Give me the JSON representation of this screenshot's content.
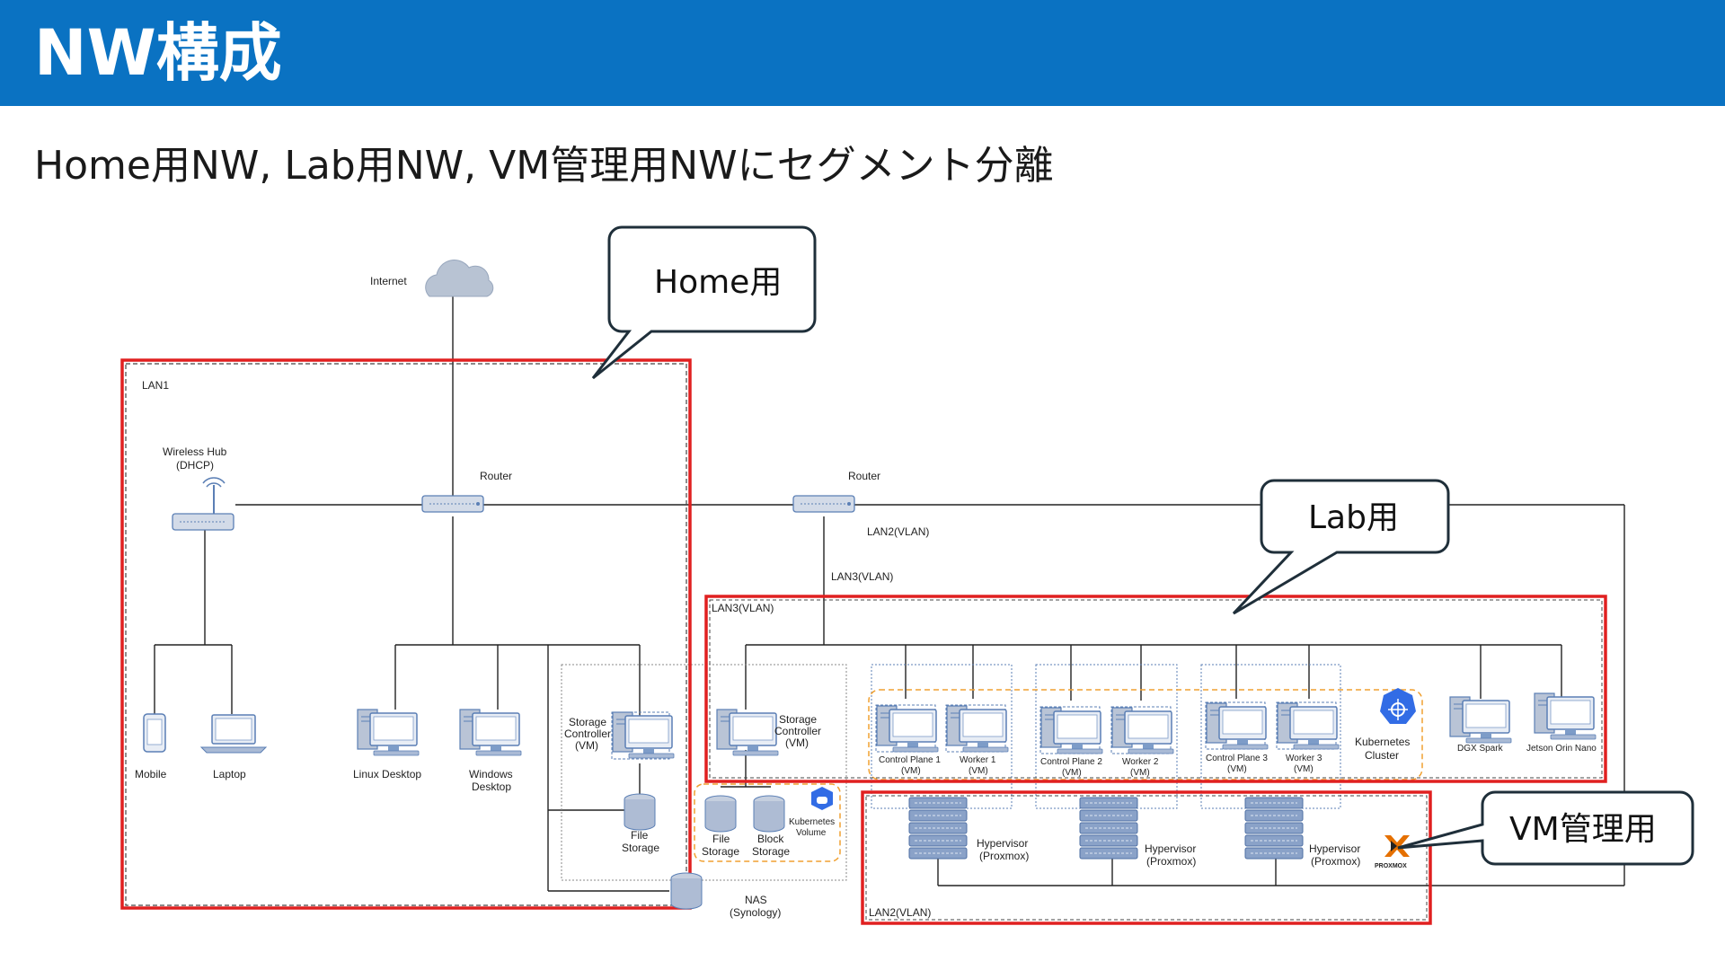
{
  "header": {
    "title": "NW構成"
  },
  "subtitle": "Home用NW, Lab用NW, VM管理用NWにセグメント分離",
  "callouts": {
    "home": "Home用",
    "lab": "Lab用",
    "vm": "VM管理用"
  },
  "labels": {
    "internet": "Internet",
    "lan1": "LAN1",
    "wireless_hub_1": "Wireless Hub",
    "wireless_hub_2": "(DHCP)",
    "router_home": "Router",
    "router_lab": "Router",
    "lan2_vlan_top": "LAN2(VLAN)",
    "lan3_vlan_top": "LAN3(VLAN)",
    "lan3_vlan_box": "LAN3(VLAN)",
    "lan2_vlan_bottom": "LAN2(VLAN)",
    "mobile": "Mobile",
    "laptop": "Laptop",
    "linux_desktop": "Linux Desktop",
    "windows_desktop_1": "Windows",
    "windows_desktop_2": "Desktop",
    "storage_ctrl_a_1": "Storage",
    "storage_ctrl_a_2": "Controller",
    "storage_ctrl_a_3": "(VM)",
    "storage_ctrl_b_1": "Storage",
    "storage_ctrl_b_2": "Controller",
    "storage_ctrl_b_3": "(VM)",
    "file_storage_a_1": "File",
    "file_storage_a_2": "Storage",
    "file_storage_b_1": "File",
    "file_storage_b_2": "Storage",
    "block_storage_1": "Block",
    "block_storage_2": "Storage",
    "k8s_volume_1": "Kubernetes",
    "k8s_volume_2": "Volume",
    "nas_1": "NAS",
    "nas_2": "(Synology)",
    "cp1_1": "Control Plane 1",
    "cp1_2": "(VM)",
    "w1_1": "Worker 1",
    "w1_2": "(VM)",
    "cp2_1": "Control Plane 2",
    "cp2_2": "(VM)",
    "w2_1": "Worker 2",
    "w2_2": "(VM)",
    "cp3_1": "Control Plane 3",
    "cp3_2": "(VM)",
    "w3_1": "Worker 3",
    "w3_2": "(VM)",
    "k8s_cluster_1": "Kubernetes",
    "k8s_cluster_2": "Cluster",
    "dgx": "DGX Spark",
    "jetson": "Jetson Orin Nano",
    "hv1_1": "Hypervisor",
    "hv1_2": "(Proxmox)",
    "hv2_1": "Hypervisor",
    "hv2_2": "(Proxmox)",
    "hv3_1": "Hypervisor",
    "hv3_2": "(Proxmox)",
    "proxmox_logo": "PROXMOX"
  },
  "colors": {
    "header_bg": "#0a72c2",
    "highlight_red": "#e02020",
    "cluster_orange": "#f0a030",
    "device_blue": "#5b7fb5",
    "k8s_blue": "#326ce5",
    "proxmox_orange": "#e57000"
  }
}
